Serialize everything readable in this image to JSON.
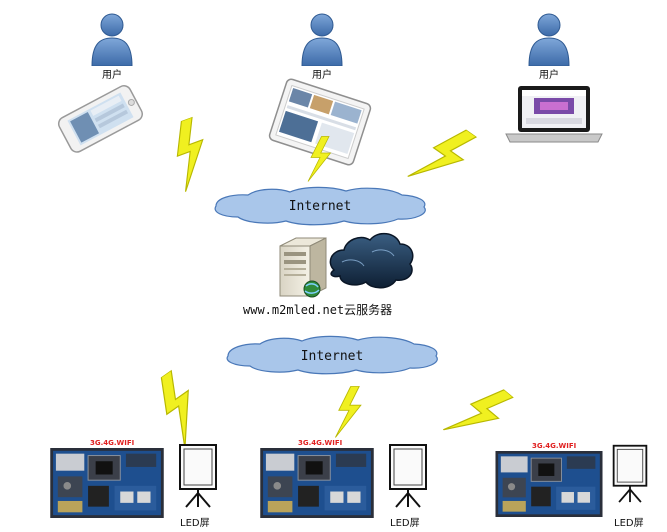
{
  "users": [
    {
      "label": "用户",
      "device": "smartphone-icon"
    },
    {
      "label": "用户",
      "device": "tablet-icon"
    },
    {
      "label": "用户",
      "device": "laptop-icon"
    }
  ],
  "internet_top": {
    "label": "Internet"
  },
  "server": {
    "label": "www.m2mled.net云服务器"
  },
  "internet_bottom": {
    "label": "Internet"
  },
  "boards": [
    {
      "tag": "3G.4G.WIFI",
      "screen_label": "LED屏"
    },
    {
      "tag": "3G.4G.WIFI",
      "screen_label": "LED屏"
    },
    {
      "tag": "3G.4G.WIFI",
      "screen_label": "LED屏"
    }
  ],
  "colors": {
    "cloud_fill": "#a9c6ea",
    "cloud_stroke": "#4a78b8",
    "lightning": "#f0f020",
    "user_icon": "#4e7fbf",
    "board_blue": "#1e4f8f"
  }
}
